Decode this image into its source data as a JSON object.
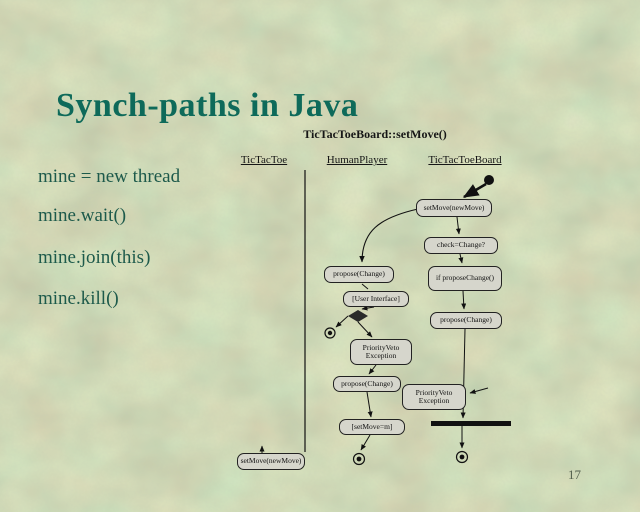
{
  "slide": {
    "title": "Synch-paths in Java",
    "page_number": "17",
    "bullets": [
      {
        "text": "mine = new thread"
      },
      {
        "text": "mine.wait()"
      },
      {
        "text": "mine.join(this)"
      },
      {
        "text": "mine.kill()"
      }
    ]
  },
  "diagram": {
    "title": "TicTacToeBoard::setMove()",
    "lane_headers": [
      {
        "label": "TicTacToe"
      },
      {
        "label": "HumanPlayer"
      },
      {
        "label": "TicTacToeBoard"
      }
    ],
    "boxes": [
      {
        "id": "setmove-call",
        "label": "setMove(newMove)"
      },
      {
        "id": "check-change",
        "label": "check=Change?"
      },
      {
        "id": "propose-change-cond",
        "label": "if proposeChange()"
      },
      {
        "id": "propose-change-r",
        "label": "propose(Change)"
      },
      {
        "id": "priority-veto-r",
        "label": "PriorityVeto Exception"
      },
      {
        "id": "propose-change-m",
        "label": "propose(Change)"
      },
      {
        "id": "user-interface",
        "label": "[User Interface]"
      },
      {
        "id": "priority-veto-m",
        "label": "PriorityVeto Exception"
      },
      {
        "id": "propose-change-m2",
        "label": "propose(Change)"
      },
      {
        "id": "setmove-assign",
        "label": "[setMove=m]"
      },
      {
        "id": "setmove-return",
        "label": "setMove(newMove)"
      }
    ],
    "symbols": [
      "initial-node",
      "final-node",
      "decision-diamond",
      "sync-bar",
      "lifeline"
    ]
  },
  "colors": {
    "background": "#b7c3a4",
    "title_text": "#0e6a5a",
    "body_text": "#1d5a4b",
    "box_fill": "#d6d6cc",
    "diagram_ink": "#111111"
  }
}
